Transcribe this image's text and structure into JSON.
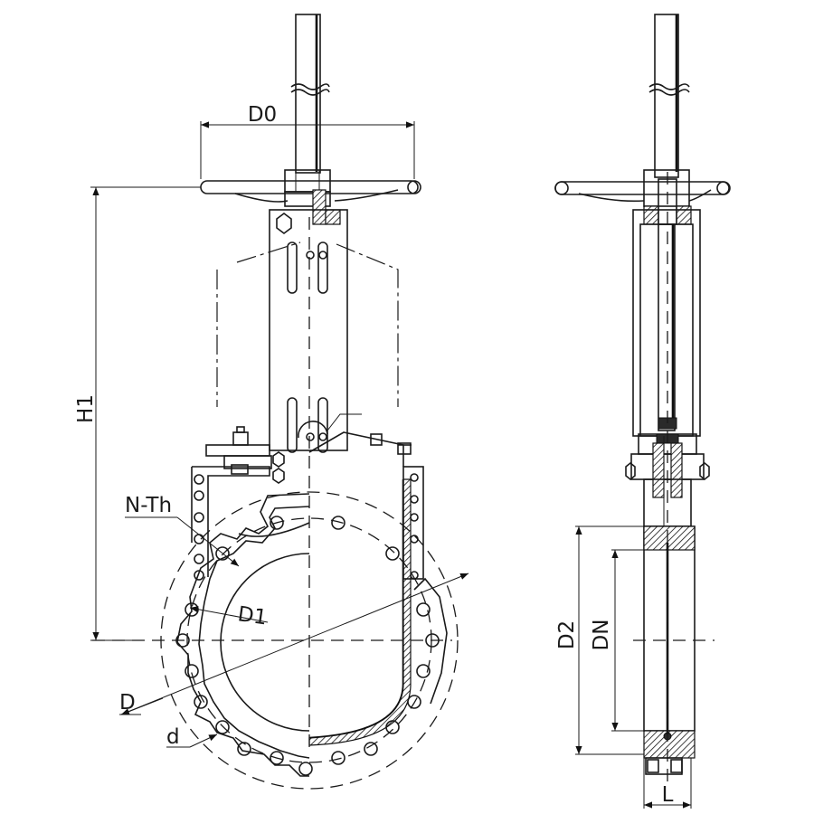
{
  "labels": {
    "d0": "D0",
    "h1": "H1",
    "n_th": "N-Th",
    "d1": "D1",
    "d": "D",
    "d_small": "d",
    "d2": "D2",
    "dn": "DN",
    "l": "L"
  },
  "colors": {
    "line": "#1a1a1a",
    "background": "#ffffff"
  }
}
